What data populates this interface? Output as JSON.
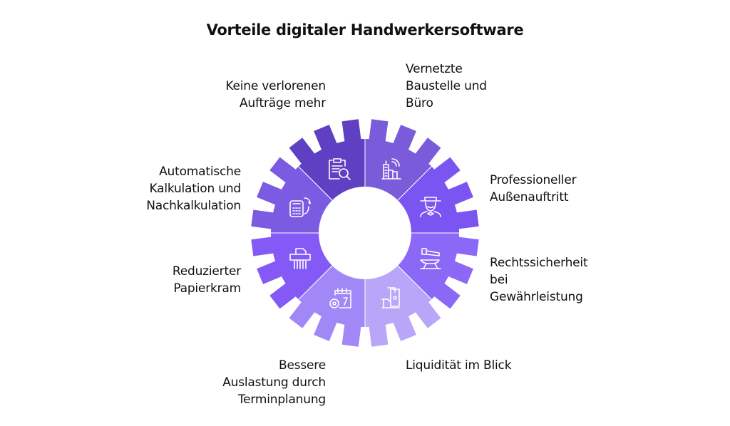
{
  "title": "Vorteile digitaler Handwerkersoftware",
  "segments": [
    {
      "lines": [
        "Vernetzte",
        "Baustelle und",
        "Büro"
      ],
      "icon": "buildings-wifi-icon",
      "color": "#7a5bd9"
    },
    {
      "lines": [
        "Professioneller",
        "Außenauftritt"
      ],
      "icon": "craftsman-hat-icon",
      "color": "#7b55f2"
    },
    {
      "lines": [
        "Rechtssicherheit",
        "bei",
        "Gewährleistung"
      ],
      "icon": "anvil-hammer-icon",
      "color": "#8b68f6"
    },
    {
      "lines": [
        "Liquidität im Blick"
      ],
      "icon": "hand-money-icon",
      "color": "#b9a6f9"
    },
    {
      "lines": [
        "Bessere",
        "Auslastung durch",
        "Terminplanung"
      ],
      "icon": "calendar-gear-icon",
      "color": "#a288f7"
    },
    {
      "lines": [
        "Reduzierter",
        "Papierkram"
      ],
      "icon": "paper-shredder-icon",
      "color": "#8459f6"
    },
    {
      "lines": [
        "Automatische",
        "Kalkulation und",
        "Nachkalkulation"
      ],
      "icon": "calculator-refresh-icon",
      "color": "#7a5be2"
    },
    {
      "lines": [
        "Keine verlorenen",
        "Aufträge mehr"
      ],
      "icon": "clipboard-search-icon",
      "color": "#5f3fc2"
    }
  ]
}
